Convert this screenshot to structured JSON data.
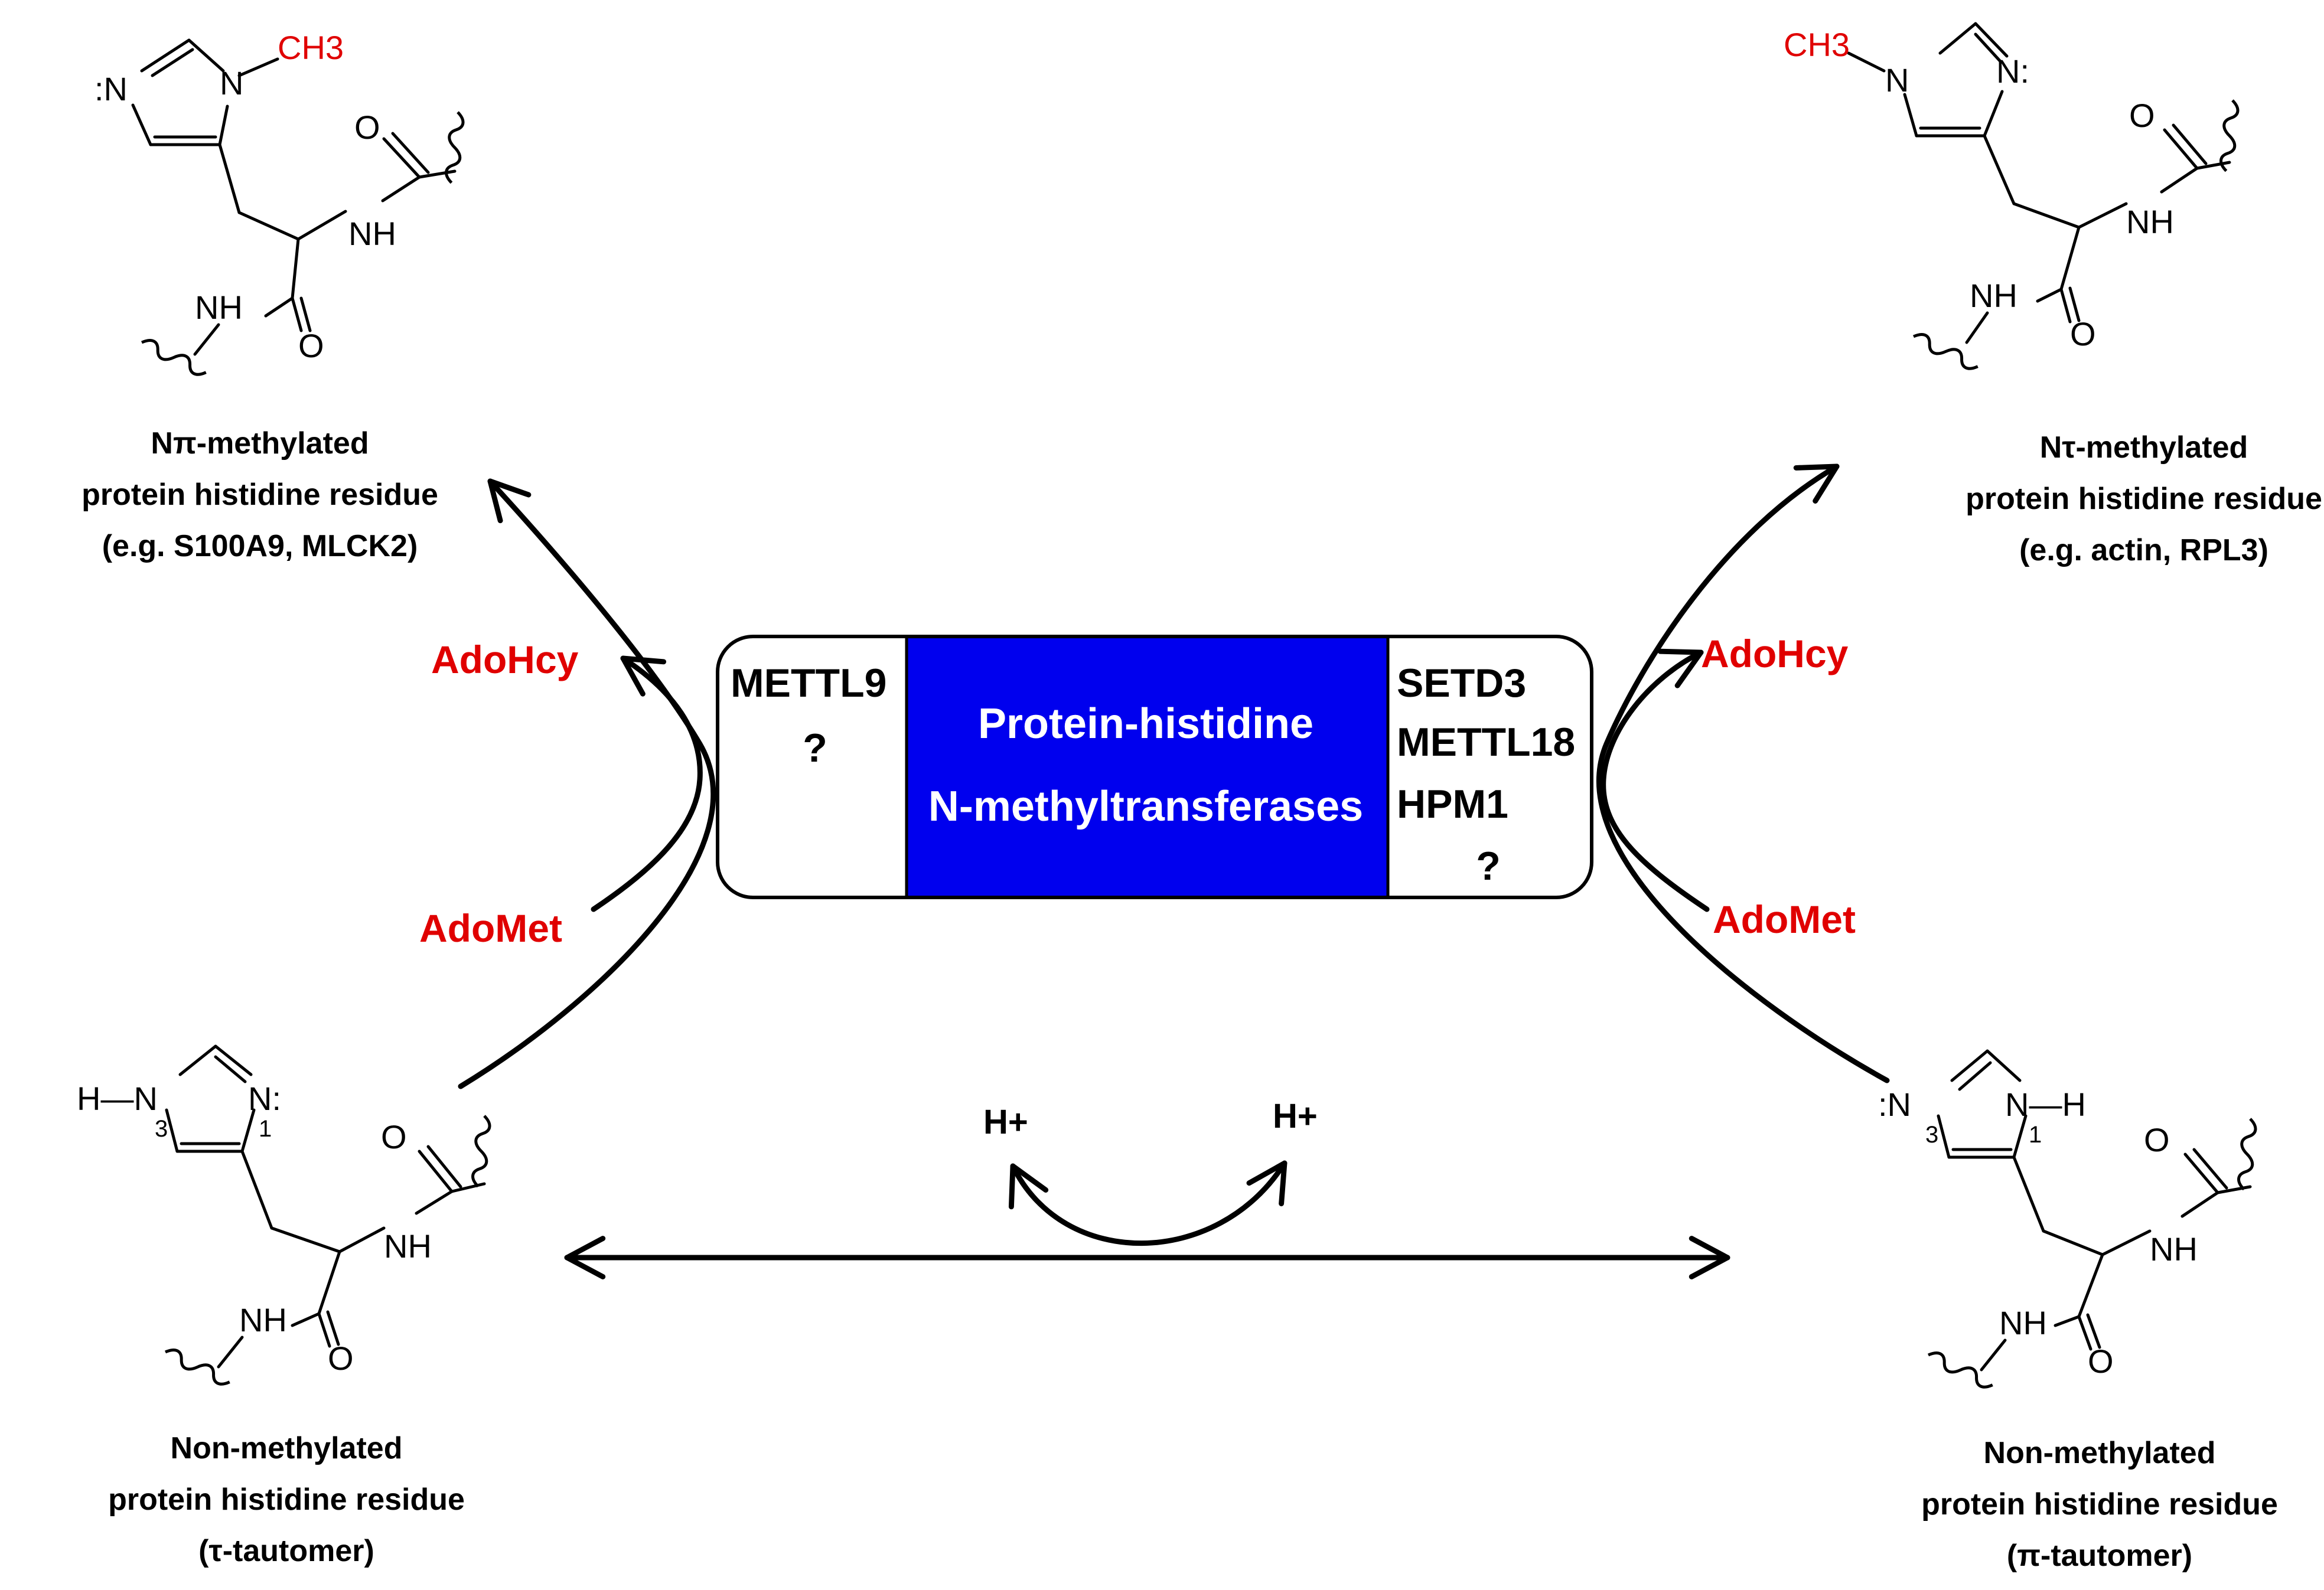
{
  "structures": {
    "top_left": {
      "caption": [
        "Nπ-methylated",
        "protein histidine residue",
        "(e.g. S100A9, MLCK2)"
      ],
      "methyl": "CH3",
      "atoms": [
        ":N",
        "N",
        "NH",
        "NH",
        "O",
        "O"
      ]
    },
    "top_right": {
      "caption": [
        "Nτ-methylated",
        "protein histidine residue",
        "(e.g. actin, RPL3)"
      ],
      "methyl": "CH3",
      "atoms": [
        "N:",
        "N",
        "NH",
        "NH",
        "O",
        "O"
      ]
    },
    "bottom_left": {
      "caption": [
        "Non-methylated",
        "protein histidine residue",
        "(τ-tautomer)"
      ],
      "atoms": [
        "H—N",
        "N:",
        "3",
        "1",
        "NH",
        "NH",
        "O",
        "O"
      ]
    },
    "bottom_right": {
      "caption": [
        "Non-methylated",
        "protein histidine residue",
        "(π-tautomer)"
      ],
      "atoms": [
        ":N",
        "N—H",
        "3",
        "1",
        "NH",
        "NH",
        "O",
        "O"
      ]
    }
  },
  "enzyme_box": {
    "left_enzymes": [
      "METTL9",
      "?"
    ],
    "center_title": [
      "Protein-histidine",
      "N-methyltransferases"
    ],
    "right_enzymes": [
      "SETD3",
      "METTL18",
      "HPM1",
      "?"
    ],
    "center_color": "#0000ee"
  },
  "reagents": {
    "left_in": "AdoMet",
    "left_out": "AdoHcy",
    "right_in": "AdoMet",
    "right_out": "AdoHcy",
    "color": "#e00000"
  },
  "proton": {
    "left": "H+",
    "right": "H+"
  }
}
